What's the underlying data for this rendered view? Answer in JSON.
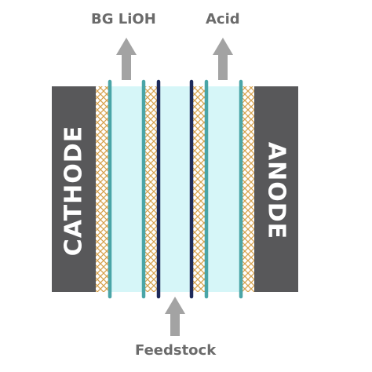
{
  "labels": {
    "top_left": "BG LiOH",
    "top_right": "Acid",
    "bottom": "Feedstock",
    "cathode": "CATHODE",
    "anode": "ANODE"
  },
  "colors": {
    "electrode": "#58585a",
    "chamber": "#d6f6f8",
    "bipolar_membrane": "#4aa5a7",
    "ion_membrane": "#1e2a5a",
    "mesh": "#d6a24e",
    "arrow": "#a3a3a3",
    "label": "#6b6b6b"
  },
  "icons": {
    "arrows": [
      "arrow-up-icon",
      "arrow-up-icon",
      "arrow-up-icon"
    ]
  }
}
